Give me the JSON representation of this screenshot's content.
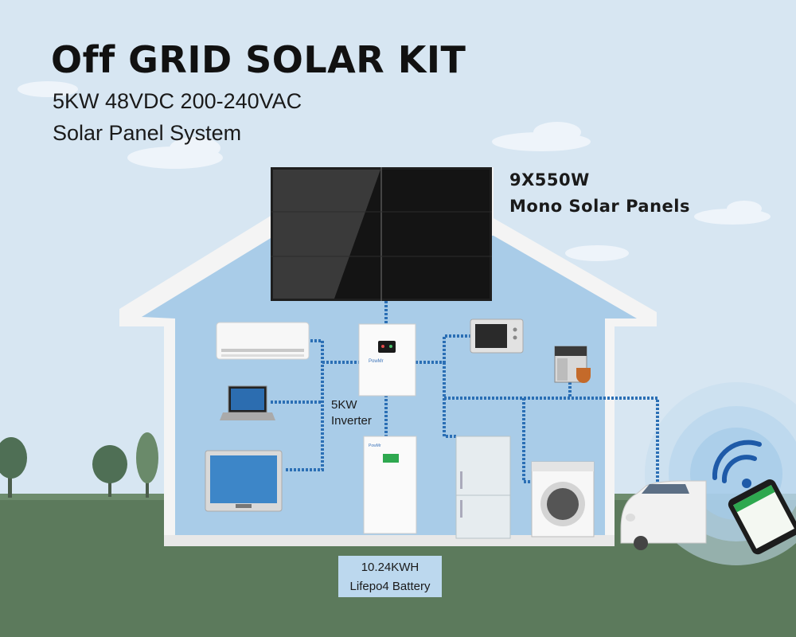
{
  "title": "Off GRID SOLAR KIT",
  "subtitle_line1": "5KW 48VDC 200-240VAC",
  "subtitle_line2": "Solar Panel System",
  "panels": {
    "quantity": "9X550W",
    "type": "Mono Solar Panels"
  },
  "inverter": {
    "line1": "5KW",
    "line2": "Inverter"
  },
  "battery": {
    "line1": "10.24KWH",
    "line2": "Lifepo4 Battery"
  },
  "colors": {
    "sky": "#d7e6f2",
    "ground": "#5c7a5c",
    "house_wall": "#f4f4f4",
    "house_interior": "#a9cce8",
    "wire": "#2b6fb5",
    "panel": "#1e1e1e",
    "screen_green": "#2ea84f"
  },
  "icons": [
    "air-conditioner-icon",
    "laptop-icon",
    "monitor-icon",
    "inverter-icon",
    "battery-icon",
    "microwave-icon",
    "coffee-machine-icon",
    "refrigerator-icon",
    "washing-machine-icon",
    "car-icon",
    "wifi-icon",
    "smartphone-icon",
    "tree-icon",
    "cloud-icon"
  ]
}
